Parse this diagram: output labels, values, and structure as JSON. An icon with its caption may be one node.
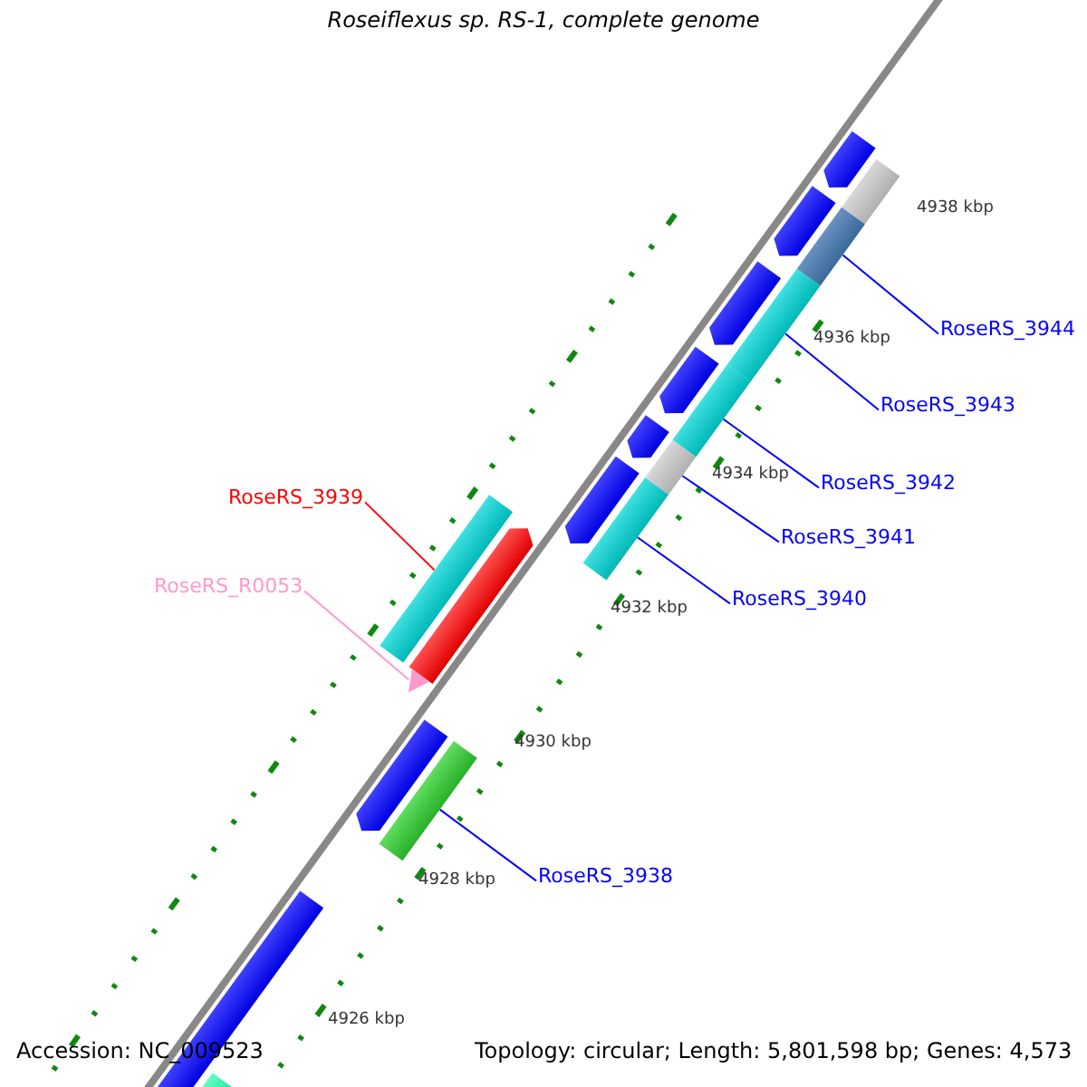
{
  "diagram": {
    "title": "Roseiflexus sp. RS-1, complete genome",
    "nodes": [
      {
        "text": [
          "RoseRS_3944"
        ]
      },
      {
        "text": [
          "RoseRS_3943"
        ]
      },
      {
        "text": [
          "RoseRS_3942"
        ]
      },
      {
        "text": [
          "RoseRS_3941"
        ]
      },
      {
        "text": [
          "RoseRS_3939"
        ]
      },
      {
        "text": [
          "RoseRS_3940"
        ]
      },
      {
        "text": [
          "RoseRS_R0053"
        ]
      },
      {
        "text": [
          "RoseRS_3938"
        ]
      },
      {
        "text": [],
        "shape": "bar"
      },
      {
        "text": [],
        "shape": "bar"
      },
      {
        "text": [],
        "shape": "bar"
      },
      {
        "text": [],
        "shape": "bar"
      },
      {
        "text": [],
        "shape": "bar"
      },
      {
        "text": [],
        "shape": "bar"
      },
      {
        "text": [],
        "shape": "bar"
      },
      {
        "text": [],
        "shape": "bar"
      },
      {
        "text": [],
        "shape": "bar"
      },
      {
        "text": [],
        "shape": "bar"
      },
      {
        "text": [],
        "shape": "bar"
      },
      {
        "text": [],
        "shape": "bar"
      },
      {
        "text": [],
        "shape": "bar"
      },
      {
        "text": [],
        "shape": "bar"
      },
      {
        "text": [],
        "shape": "triangle"
      },
      {
        "text": [],
        "shape": "bar"
      },
      {
        "text": [],
        "shape": "bar"
      },
      {
        "text": [],
        "shape": "bar"
      },
      {
        "text": [],
        "shape": "bar"
      }
    ],
    "edges": [
      {
        "from": 0,
        "to": 11,
        "arrow": "none"
      },
      {
        "from": 1,
        "to": 13,
        "arrow": "none"
      },
      {
        "from": 2,
        "to": 15,
        "arrow": "none"
      },
      {
        "from": 3,
        "to": 17,
        "arrow": "none"
      },
      {
        "from": 4,
        "to": 20,
        "arrow": "none",
        "color": "#ff0000"
      },
      {
        "from": 5,
        "to": 19,
        "arrow": "none"
      },
      {
        "from": 6,
        "to": 22,
        "arrow": "none",
        "color": "#ff99cc"
      },
      {
        "from": 7,
        "to": 24,
        "arrow": "none"
      }
    ],
    "labels": [
      "4938 kbp",
      "4936 kbp",
      "4934 kbp",
      "4932 kbp",
      "4930 kbp",
      "4928 kbp",
      "4926 kbp",
      "Accession: NC_009523",
      "Topology: circular; Length: 5,801,598 bp; Genes: 4,573"
    ]
  }
}
